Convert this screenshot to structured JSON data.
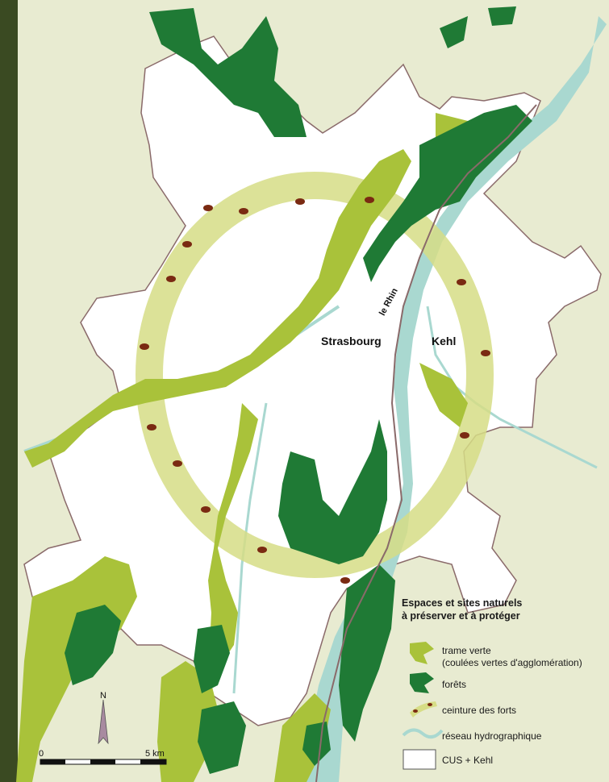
{
  "labels": {
    "strasbourg": "Strasbourg",
    "kehl": "Kehl",
    "rhin": "le Rhin"
  },
  "legend": {
    "title_line1": "Espaces et sites naturels",
    "title_line2": "à préserver et à protéger",
    "items": [
      {
        "line1": "trame verte",
        "line2": "(coulées vertes d'agglomération)"
      },
      {
        "line1": "forêts"
      },
      {
        "line1": "ceinture des forts"
      },
      {
        "line1": "réseau hydrographique"
      },
      {
        "line1": "CUS + Kehl"
      }
    ]
  },
  "scale": {
    "start": "0",
    "end": "5 km"
  },
  "north": "N",
  "colors": {
    "background": "#e8ebd1",
    "urban_area": "#ffffff",
    "green_corridor": "#a9c23a",
    "forest": "#1f7a35",
    "fort_belt": "#d6dd86",
    "fort": "#7a2a12",
    "water": "#a9d8d0",
    "border": "#8a6a6a"
  }
}
